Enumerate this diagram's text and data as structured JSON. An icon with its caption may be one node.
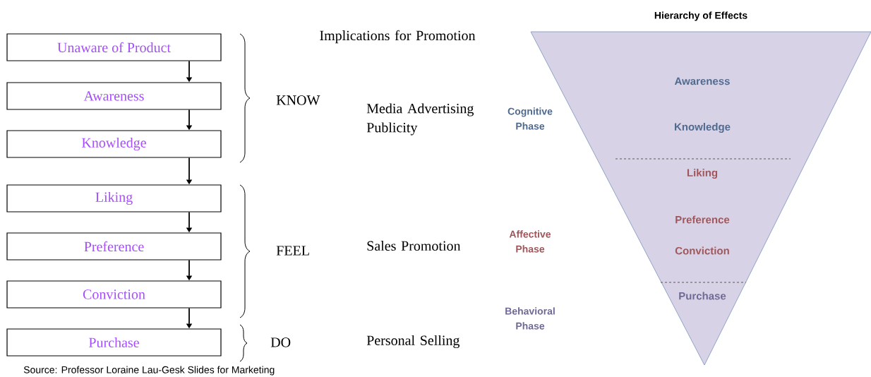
{
  "diagram": {
    "caption": "Source: Professor Loraine Lau-Gesk Slides for Marketing",
    "nodes": [
      {
        "text": [
          "Unaware of Product"
        ]
      },
      {
        "text": [
          "Awareness"
        ]
      },
      {
        "text": [
          "Knowledge"
        ]
      },
      {
        "text": [
          "Liking"
        ]
      },
      {
        "text": [
          "Preference"
        ]
      },
      {
        "text": [
          "Conviction"
        ]
      },
      {
        "text": [
          "Purchase"
        ]
      },
      {
        "text": [
          "Hierarchy of Effects",
          "Awareness",
          "Knowledge",
          "Liking",
          "Preference",
          "Conviction",
          "Purchase"
        ]
      }
    ],
    "edges": [
      {
        "from": 0,
        "to": 1,
        "arrow": "to"
      },
      {
        "from": 1,
        "to": 2,
        "arrow": "to"
      },
      {
        "from": 2,
        "to": 3,
        "arrow": "to"
      },
      {
        "from": 3,
        "to": 4,
        "arrow": "to"
      },
      {
        "from": 4,
        "to": 5,
        "arrow": "to"
      },
      {
        "from": 5,
        "to": 6,
        "arrow": "to"
      }
    ],
    "labels": [
      "Implications for Promotion",
      "KNOW",
      "Media Advertising Publicity",
      "FEEL",
      "Sales Promotion",
      "DO",
      "Personal Selling",
      "Cognitive Phase",
      "Affective Phase",
      "Behavioral Phase"
    ]
  }
}
